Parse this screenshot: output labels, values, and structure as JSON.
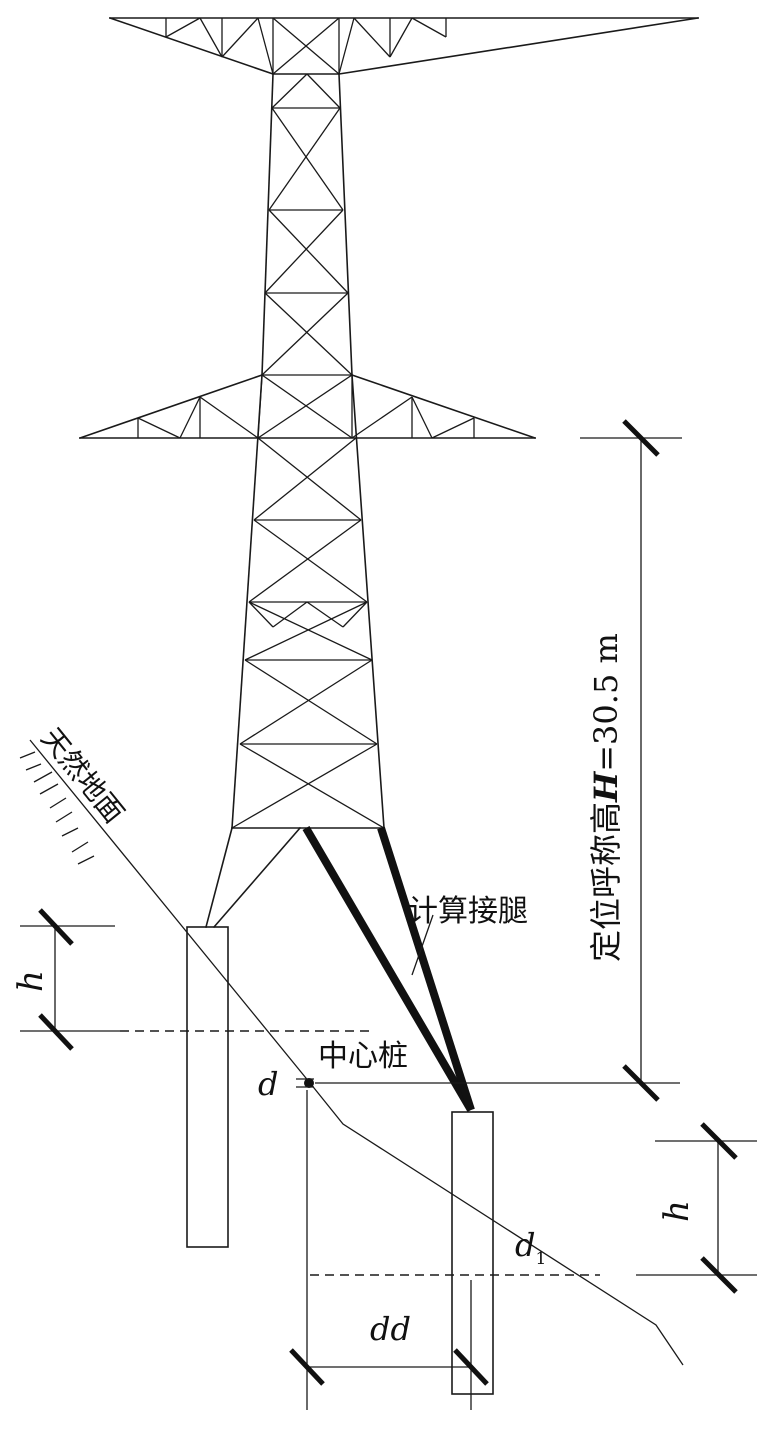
{
  "labels": {
    "natural_ground": "天然地面",
    "calc_leg": "计算接腿",
    "center_pile": "中心桩",
    "nominal_height": "定位呼称高",
    "h_symbol": "H",
    "h_value": "=30.5 m",
    "h_left": "h",
    "h_right": "h",
    "d": "d",
    "d1": "d",
    "d1_sub": "1",
    "dd": "dd"
  }
}
